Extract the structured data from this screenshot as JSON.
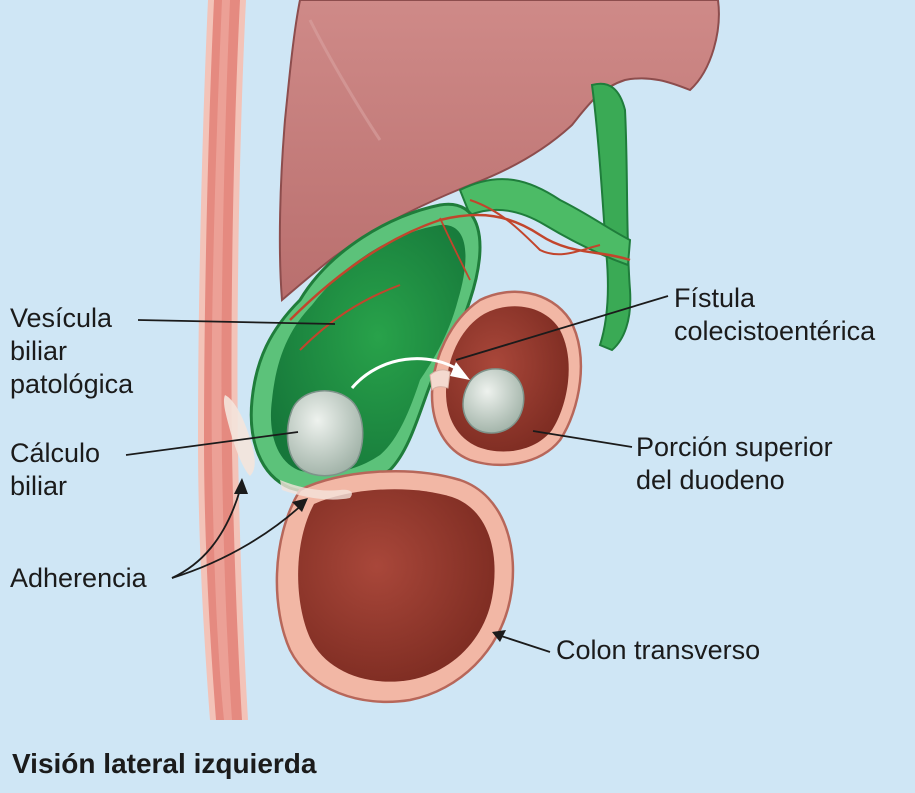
{
  "labels": {
    "vesicula": "Vesícula\nbiliar\npatológica",
    "calculo": "Cálculo\nbiliar",
    "adherencia": "Adherencia",
    "fistula": "Fístula\ncolecistoentérica",
    "duodeno": "Porción superior\ndel duodeno",
    "colon": "Colon transverso"
  },
  "caption": "Visión lateral izquierda",
  "colors": {
    "background": "#cfe6f5",
    "liver": "#c7807f",
    "gallbladder": "#2f9a4e",
    "gallbladder_wall": "#5cc27a",
    "bowel_wall": "#f2b7a5",
    "bowel_lumen": "#9a3b2c",
    "stone": "#c9d3cc",
    "vessel": "#c2452c",
    "abdominal_wall": "#e9958a"
  }
}
